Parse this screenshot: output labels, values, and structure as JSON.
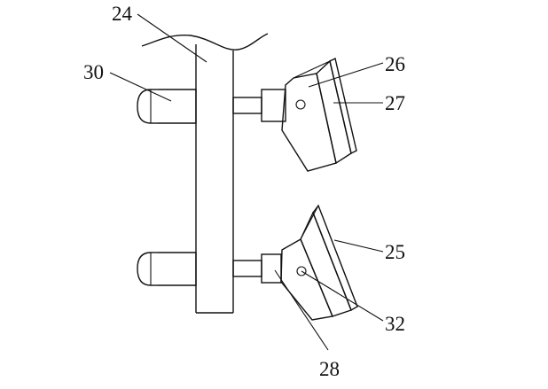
{
  "labels": {
    "l24": "24",
    "l26": "26",
    "l27": "27",
    "l30": "30",
    "l25": "25",
    "l32": "32",
    "l28": "28"
  },
  "colors": {
    "line": "#111111",
    "background": "#ffffff"
  }
}
